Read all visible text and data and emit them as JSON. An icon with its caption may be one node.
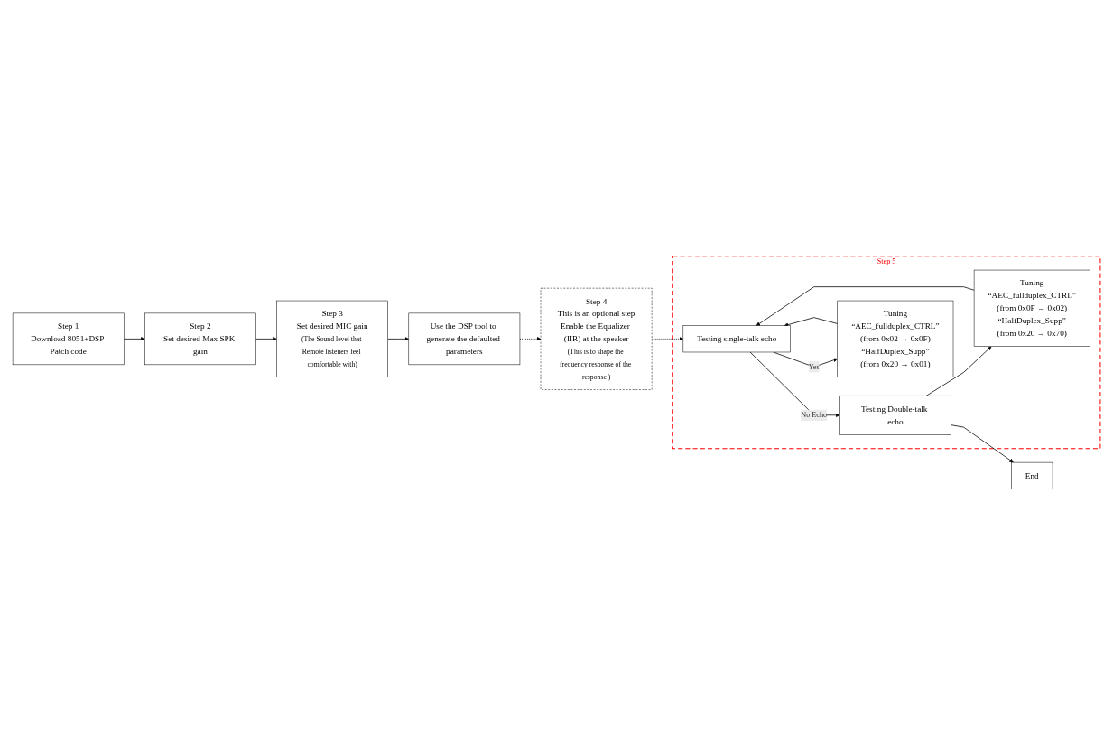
{
  "diagram": {
    "nodes": [
      {
        "text": [
          "Step 1",
          "Download 8051+DSP Patch code"
        ]
      },
      {
        "text": [
          "Step 2",
          "Set desired Max SPK gain"
        ]
      },
      {
        "text": [
          "Step 3",
          "Set desired MIC gain",
          "(The Sound level that Remote listeners feel comfortable with)"
        ]
      },
      {
        "text": [
          "Use the DSP tool to generate the defaulted parameters"
        ]
      },
      {
        "text": [
          "Step 4",
          "This is an optional step",
          "Enable the Equalizer (IIR) at the speaker",
          "(This is to shape the frequency response of the response )"
        ]
      },
      {
        "text": [
          "Step 5"
        ]
      },
      {
        "text": [
          "End"
        ]
      },
      {
        "text": [
          "Testing Double-talk echo"
        ],
        "in": 5
      },
      {
        "text": [
          "Testing single-talk echo"
        ],
        "in": 5
      },
      {
        "text": [
          "Tuning",
          "“AEC_fullduplex_CTRL”",
          "(from 0x0F → 0x02)",
          "“HalfDuplex_Supp”",
          "(from 0x20 → 0x70)"
        ],
        "in": 5
      },
      {
        "text": [
          "Tuning",
          "“AEC_fullduplex_CTRL”",
          "(from 0x02 → 0x0F)",
          "“HalfDuplex_Supp”",
          "(from 0x20 → 0x01)"
        ],
        "in": 5
      }
    ],
    "edges": [
      {
        "from": 0,
        "to": 1,
        "arrow": "to"
      },
      {
        "from": 1,
        "to": 2,
        "arrow": "to"
      },
      {
        "from": 2,
        "to": 3,
        "arrow": "to"
      },
      {
        "from": 3,
        "to": 4,
        "arrow": "to",
        "style": "dashed"
      },
      {
        "from": 4,
        "to": 8,
        "arrow": "to",
        "style": "dashed"
      },
      {
        "from": 8,
        "to": 7,
        "arrow": "to",
        "label": "No Echo"
      },
      {
        "from": 7,
        "to": 6,
        "arrow": "to"
      },
      {
        "from": 8,
        "to": 10,
        "arrow": "to",
        "label": "Yes"
      },
      {
        "from": 10,
        "to": 8,
        "arrow": "to"
      },
      {
        "from": 7,
        "to": 9,
        "arrow": "to"
      },
      {
        "from": 9,
        "to": 8,
        "arrow": "to"
      }
    ]
  }
}
